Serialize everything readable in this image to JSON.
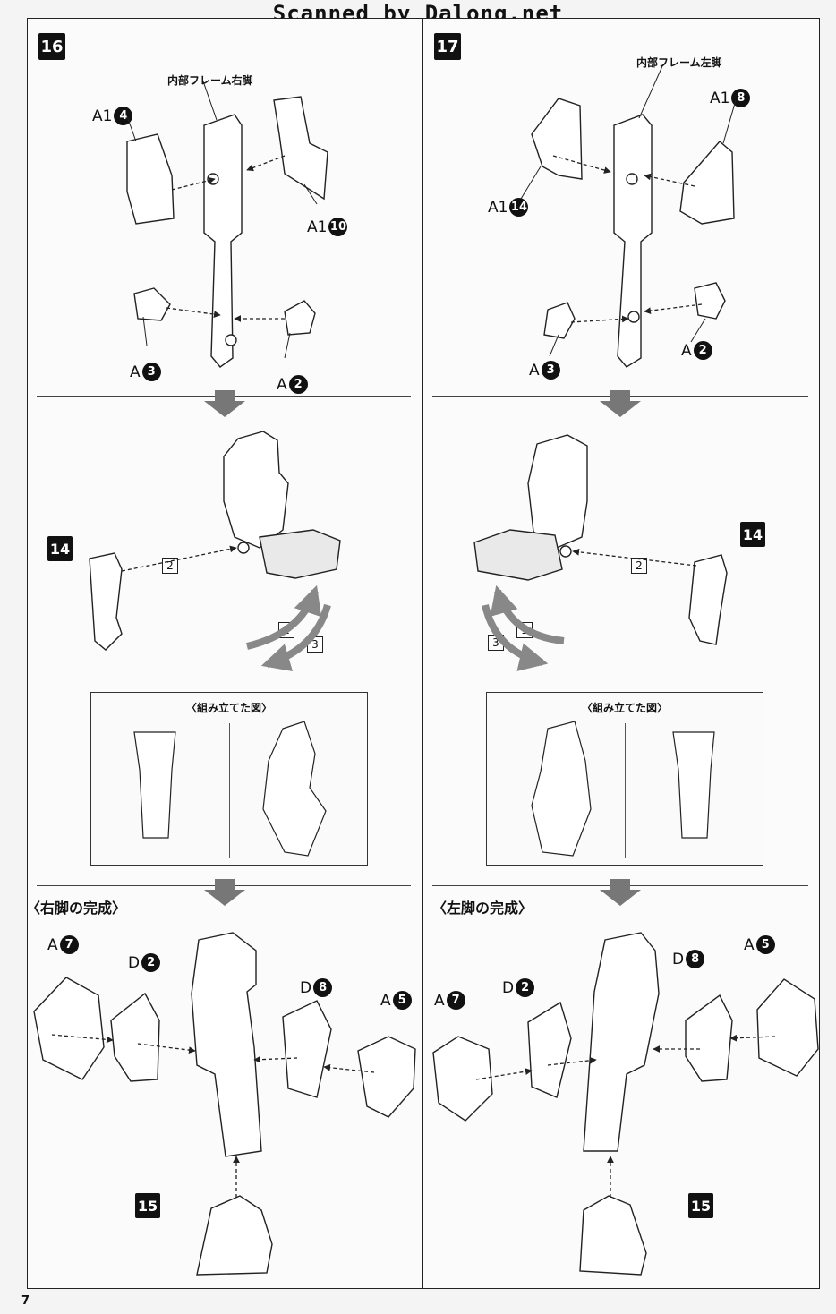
{
  "watermark": "Scanned by Dalong.net",
  "page_number": "7",
  "steps": [
    {
      "number": "16",
      "frame_callout": "内部フレーム右脚",
      "top_parts": [
        "A1",
        "A1",
        "A",
        "A"
      ],
      "top_part_nums": [
        "4",
        "10",
        "3",
        "2"
      ],
      "mid_part": "14",
      "arrow_steps": [
        "2",
        "1",
        "3"
      ],
      "detail_title": "〈組み立てた図〉",
      "completion_title": "〈右脚の完成〉",
      "bottom_parts": [
        "A",
        "D",
        "D",
        "A"
      ],
      "bottom_part_nums": [
        "7",
        "2",
        "8",
        "5"
      ],
      "foot_part": "15"
    },
    {
      "number": "17",
      "frame_callout": "内部フレーム左脚",
      "top_parts": [
        "A1",
        "A1",
        "A",
        "A"
      ],
      "top_part_nums": [
        "8",
        "14",
        "3",
        "2"
      ],
      "mid_part": "14",
      "arrow_steps": [
        "2",
        "1",
        "3"
      ],
      "detail_title": "〈組み立てた図〉",
      "completion_title": "〈左脚の完成〉",
      "bottom_parts": [
        "A",
        "D",
        "D",
        "A"
      ],
      "bottom_part_nums": [
        "7",
        "2",
        "8",
        "5"
      ],
      "foot_part": "15"
    }
  ]
}
